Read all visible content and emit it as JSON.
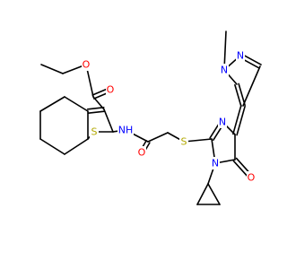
{
  "colors": {
    "O": "#ff0000",
    "N": "#0000ff",
    "S": "#b2a800",
    "bond": "#000000",
    "background": "#ffffff"
  },
  "atoms": [
    {
      "id": "O_ester_dbl",
      "label": "O",
      "element": "O"
    },
    {
      "id": "O_ester",
      "label": "O",
      "element": "O"
    },
    {
      "id": "NH_amide",
      "label": "NH",
      "element": "N"
    },
    {
      "id": "S_thiophene",
      "label": "S",
      "element": "S"
    },
    {
      "id": "O_amide",
      "label": "O",
      "element": "O"
    },
    {
      "id": "S_thioether",
      "label": "S",
      "element": "S"
    },
    {
      "id": "N_imid3",
      "label": "N",
      "element": "N"
    },
    {
      "id": "N_imid1",
      "label": "N",
      "element": "N"
    },
    {
      "id": "O_imid",
      "label": "O",
      "element": "O"
    },
    {
      "id": "N_pyraz1",
      "label": "N",
      "element": "N"
    },
    {
      "id": "N_pyraz2",
      "label": "N",
      "element": "N"
    }
  ]
}
